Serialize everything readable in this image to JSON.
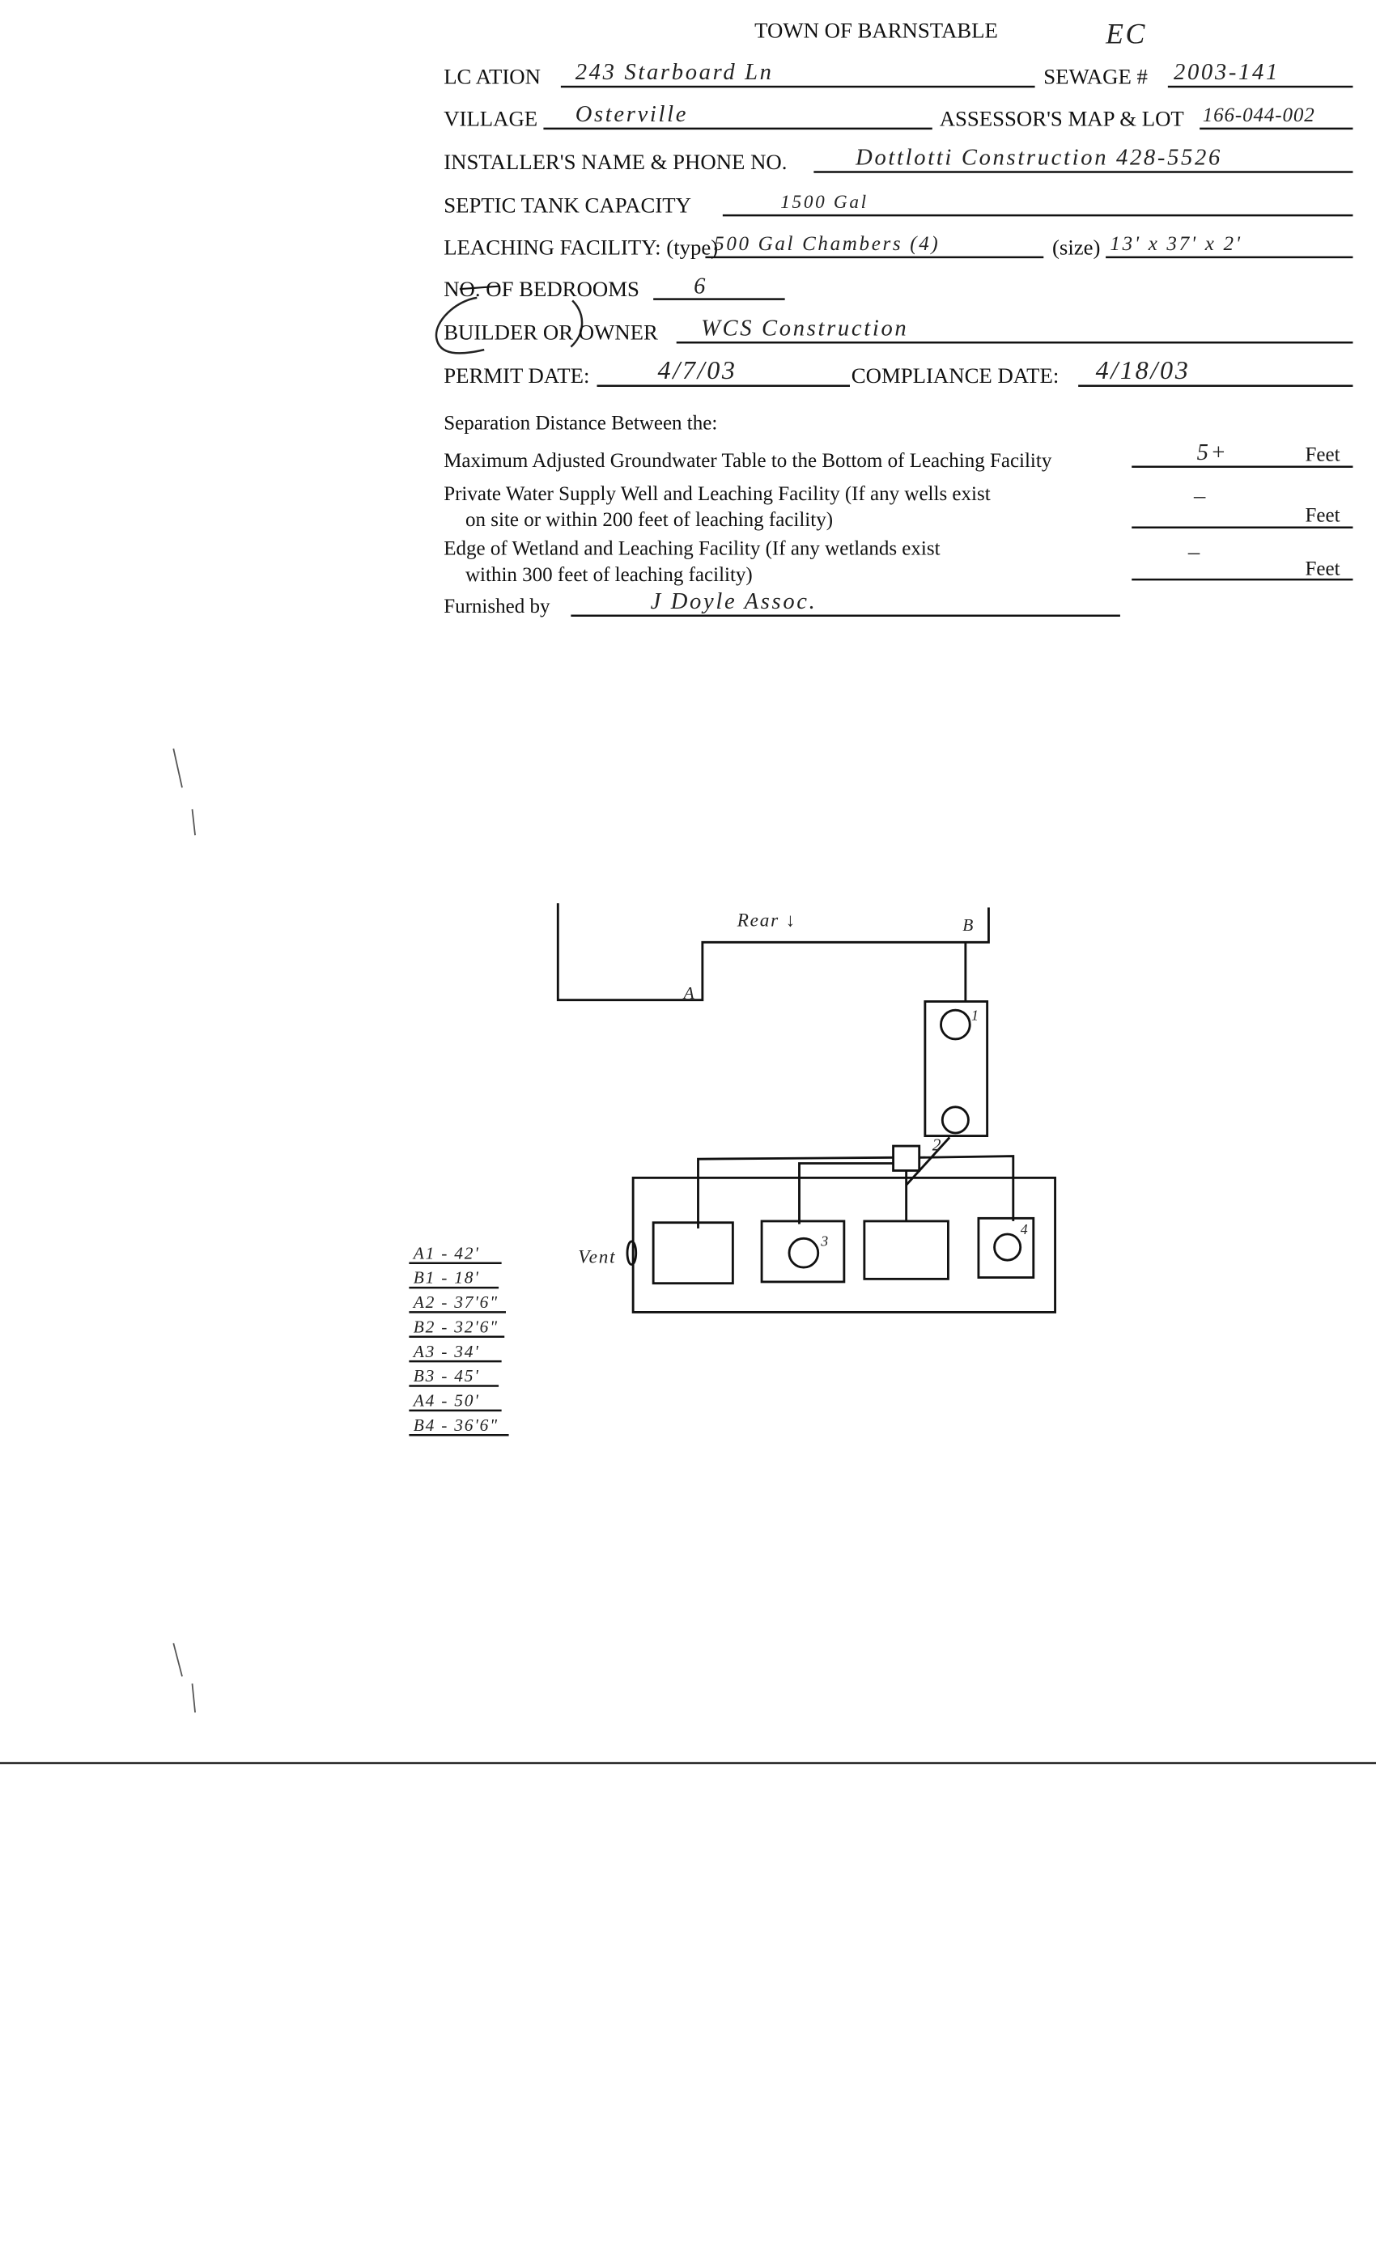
{
  "form": {
    "title": "TOWN OF BARNSTABLE",
    "title_note": "EC",
    "location_label": "LC  ATION",
    "location_value": "243 Starboard Ln",
    "sewage_label": "SEWAGE #",
    "sewage_value": "2003-141",
    "village_label": "VILLAGE",
    "village_value": "Osterville",
    "map_lot_label": "ASSESSOR'S MAP & LOT",
    "map_lot_value": "166-044-002",
    "installer_label": "INSTALLER'S NAME & PHONE NO.",
    "installer_value": "Dottlotti Construction  428-5526",
    "tank_label": "SEPTIC TANK CAPACITY",
    "tank_value": "1500 Gal",
    "leaching_label": "LEACHING FACILITY: (type)",
    "leaching_type_value": "500 Gal Chambers (4)",
    "size_label": "(size)",
    "size_value": "13' x 37' x 2'",
    "bedrooms_label": "NO. OF BEDROOMS",
    "bedrooms_value": "6",
    "builder_label": "BUILDER OR OWNER",
    "builder_value": "WCS Construction",
    "permit_label": "PERMIT DATE:",
    "permit_value": "4/7/03",
    "compliance_label": "COMPLIANCE  DATE:",
    "compliance_value": "4/18/03",
    "separation_heading": "Separation Distance Between the:",
    "sep1_label": "Maximum Adjusted Groundwater Table to the Bottom of Leaching Facility",
    "sep1_value": "5+",
    "sep2_label_1": "Private Water Supply Well and Leaching Facility  (If any wells exist",
    "sep2_label_2": "on site or within 200 feet of leaching facility)",
    "sep2_value": "–",
    "sep3_label_1": "Edge of Wetland and Leaching Facility (If any wetlands exist",
    "sep3_label_2": "within 300 feet of leaching facility)",
    "sep3_value": "–",
    "feet_label": "Feet",
    "furnished_label": "Furnished by",
    "furnished_value": "J Doyle Assoc."
  },
  "sketch": {
    "rear_label": "Rear ↓",
    "point_a": "A",
    "point_b": "B",
    "tank_marker_1": "1",
    "dbox_marker_2": "2",
    "chamber_marker_3": "3",
    "chamber_marker_4": "4",
    "vent_label": "Vent",
    "ties": [
      "A1 - 42'",
      "B1 - 18'",
      "A2 - 37'6\"",
      "B2 - 32'6\"",
      "A3 - 34'",
      "B3 - 45'",
      "A4 - 50'",
      "B4 - 36'6\""
    ]
  }
}
